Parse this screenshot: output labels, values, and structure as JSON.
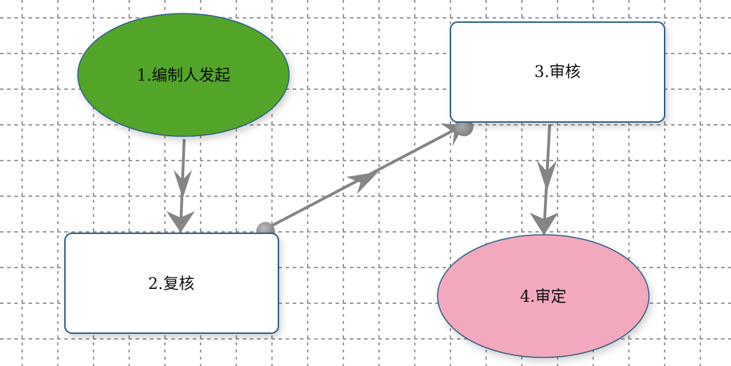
{
  "nodes": [
    {
      "id": 1,
      "label": "1.编制人发起",
      "shape": "ellipse",
      "fill": "#52a529"
    },
    {
      "id": 2,
      "label": "2.复核",
      "shape": "rect",
      "fill": "#ffffff"
    },
    {
      "id": 3,
      "label": "3.审核",
      "shape": "rect",
      "fill": "#ffffff"
    },
    {
      "id": 4,
      "label": "4.审定",
      "shape": "ellipse",
      "fill": "#f2a8bd"
    }
  ],
  "edges": [
    {
      "from": 1,
      "to": 2
    },
    {
      "from": 2,
      "to": 3
    },
    {
      "from": 3,
      "to": 4
    }
  ],
  "colors": {
    "stroke": "#2e5f86",
    "edge": "#858585",
    "grid": "#9a9a9a"
  }
}
